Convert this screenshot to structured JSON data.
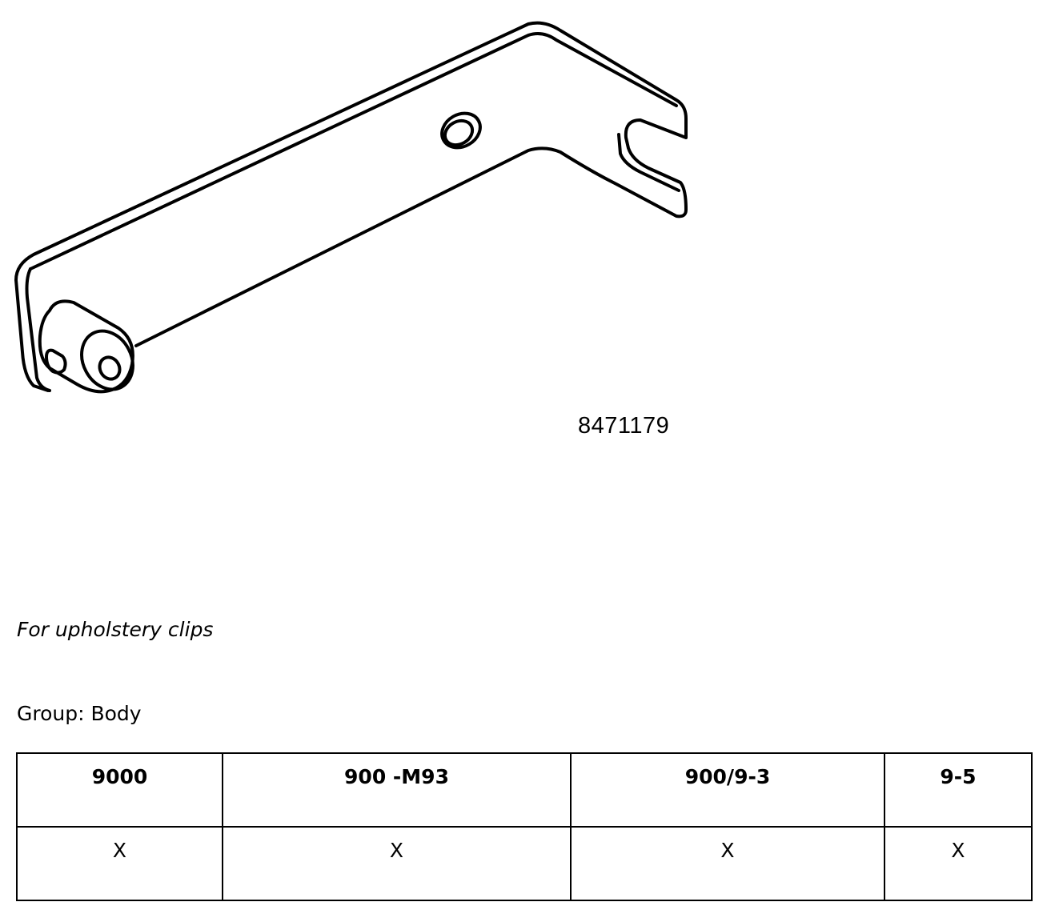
{
  "part_number": "8471179",
  "description": "For upholstery clips",
  "group_line": "Group: Body",
  "table": {
    "headers": [
      "9000",
      "900 -M93",
      "900/9-3",
      "9-5"
    ],
    "row": [
      "X",
      "X",
      "X",
      "X"
    ]
  }
}
